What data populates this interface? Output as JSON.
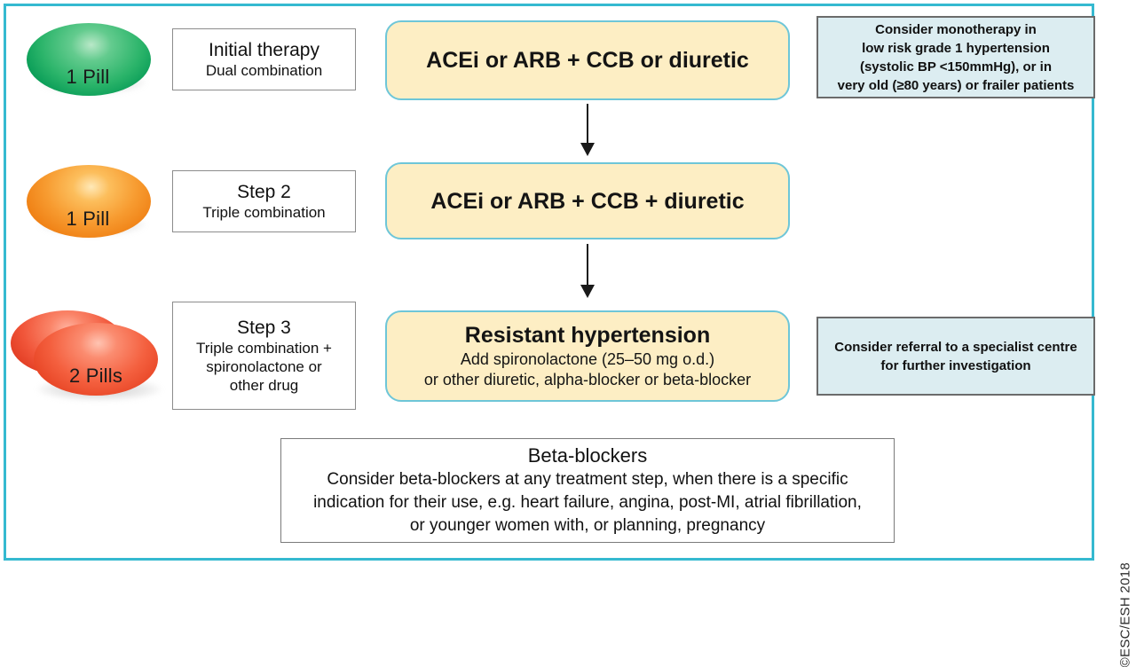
{
  "frame": {
    "accent_color": "#35b9d0",
    "treatment_box_fill": "#fdeec4",
    "treatment_box_border": "#6ec6d8",
    "note_box_fill": "#dcedf1",
    "note_box_border": "#6b6b6b"
  },
  "rows": [
    {
      "pill": {
        "label": "1 Pill",
        "color": "#2bb46a",
        "count": 1,
        "type": "single-green"
      },
      "step": {
        "title": "Initial therapy",
        "subtitle": "Dual combination"
      },
      "treatment": {
        "main": "ACEi or ARB + CCB or diuretic"
      },
      "note": {
        "lines": [
          "Consider monotherapy in",
          "low risk grade 1 hypertension",
          "(systolic BP <150mmHg), or in",
          "very old (≥80 years) or frailer patients"
        ]
      }
    },
    {
      "pill": {
        "label": "1 Pill",
        "color": "#f79b30",
        "count": 1,
        "type": "single-orange"
      },
      "step": {
        "title": "Step 2",
        "subtitle": "Triple combination"
      },
      "treatment": {
        "main": "ACEi or ARB + CCB + diuretic"
      },
      "note": null
    },
    {
      "pill": {
        "label": "2 Pills",
        "color": "#f4603f",
        "count": 2,
        "type": "double-red"
      },
      "step": {
        "title": "Step 3",
        "subtitle_lines": [
          "Triple combination +",
          "spironolactone or",
          "other drug"
        ]
      },
      "treatment": {
        "heading": "Resistant hypertension",
        "lines": [
          "Add spironolactone (25–50 mg o.d.)",
          "or other diuretic, alpha-blocker or beta-blocker"
        ]
      },
      "note": {
        "lines": [
          "Consider referral to a specialist centre",
          "for further investigation"
        ]
      }
    }
  ],
  "beta_blockers": {
    "title": "Beta-blockers",
    "lines": [
      "Consider beta-blockers at any treatment step, when there is a specific",
      "indication for their use, e.g. heart failure, angina, post-MI, atrial fibrillation,",
      "or younger women with, or planning, pregnancy"
    ]
  },
  "copyright": "©ESC/ESH 2018"
}
